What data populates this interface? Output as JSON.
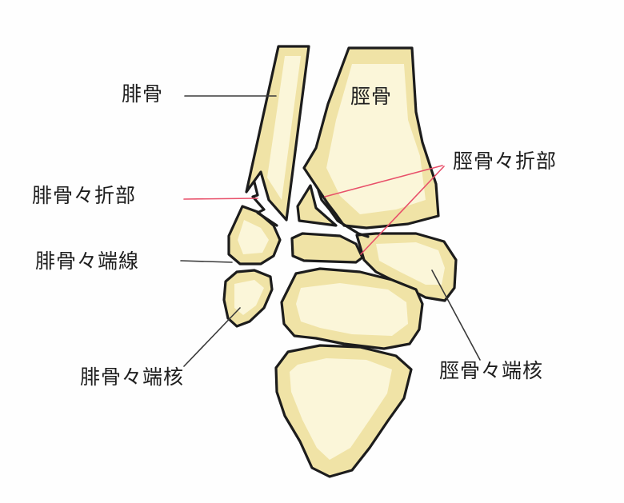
{
  "labels": {
    "fibula": "腓骨",
    "tibia": "脛骨",
    "fibula_fracture": "腓骨々折部",
    "tibia_fracture": "脛骨々折部",
    "fibula_physis": "腓骨々端線",
    "fibula_epiphysis": "腓骨々端核",
    "tibia_epiphysis": "脛骨々端核"
  },
  "colors": {
    "bone_fill": "#f0e3a6",
    "bone_highlight": "#fbf6d9",
    "outline": "#1c1c1c",
    "leader_black": "#3a3a3a",
    "leader_red": "#e8506a"
  }
}
